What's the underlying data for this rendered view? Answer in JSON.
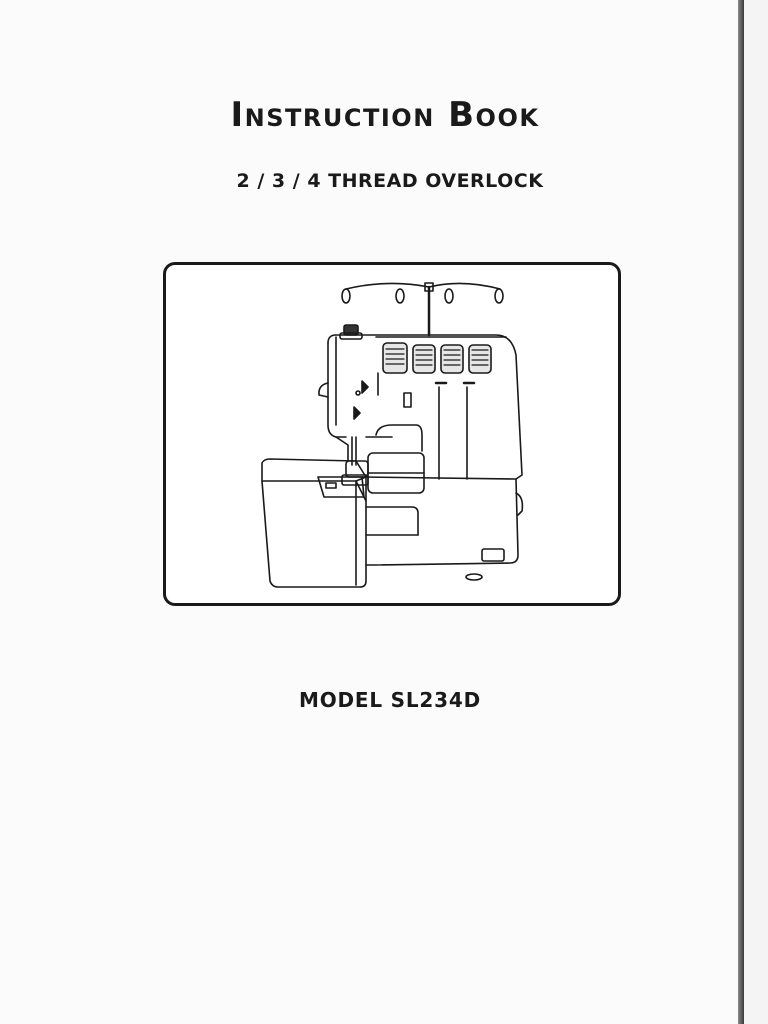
{
  "document": {
    "title": "Instruction Book",
    "subtitle": "2 / 3 / 4 THREAD OVERLOCK",
    "model": "MODEL SL234D"
  }
}
